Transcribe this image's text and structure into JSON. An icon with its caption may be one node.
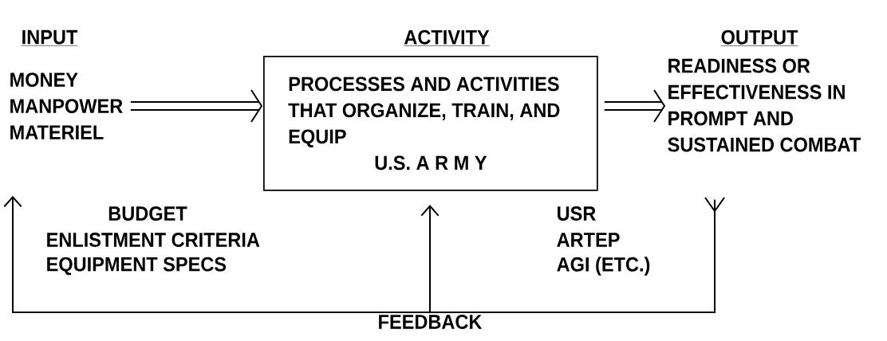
{
  "diagram": {
    "nodes": [
      {
        "text": [
          "MONEY",
          "MANPOWER",
          "MATERIEL"
        ]
      },
      {
        "text": [
          "PROCESSES AND ACTIVITIES THAT ORGANIZE, TRAIN, AND EQUIP",
          "U.S. A R M Y"
        ]
      },
      {
        "text": [
          "READINESS OR EFFECTIVENESS IN PROMPT AND SUSTAINED COMBAT"
        ]
      }
    ],
    "edges": [
      {
        "from": 0,
        "to": 1,
        "arrow": "to"
      },
      {
        "from": 1,
        "to": 2,
        "arrow": "to"
      },
      {
        "from": 2,
        "to": 0,
        "arrow": "to",
        "label": "FEEDBACK"
      },
      {
        "from": 2,
        "to": 1,
        "arrow": "to"
      }
    ],
    "labels": [
      "INPUT",
      "ACTIVITY",
      "OUTPUT",
      "BUDGET",
      "ENLISTMENT CRITERIA",
      "EQUIPMENT SPECS",
      "USR",
      "ARTEP",
      "AGI (ETC.)"
    ]
  }
}
